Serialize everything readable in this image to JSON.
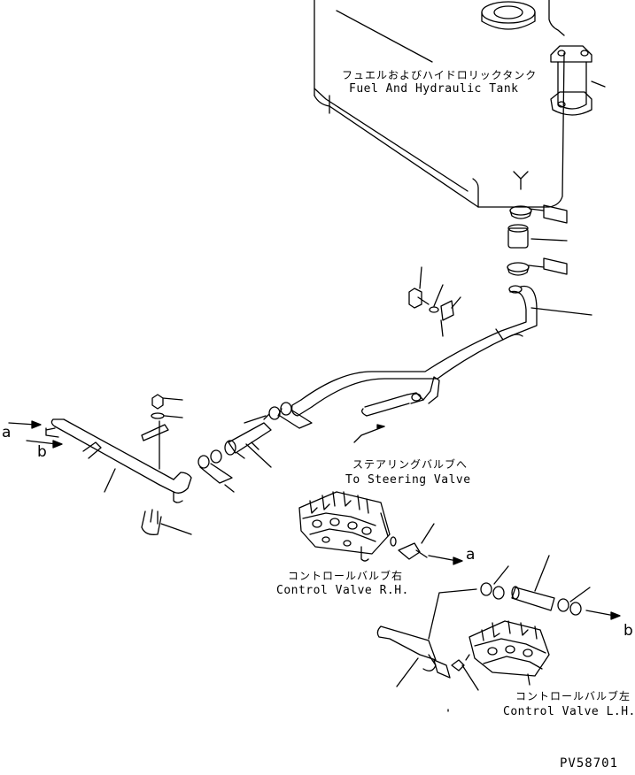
{
  "labels": {
    "tank_jp": "フュエルおよびハイドロリックタンク",
    "tank_en": "Fuel And Hydraulic Tank",
    "steering_jp": "ステアリングバルブへ",
    "steering_en": "To Steering Valve",
    "cv_rh_jp": "コントロールバルブ右",
    "cv_rh_en": "Control Valve R.H.",
    "cv_lh_jp": "コントロールバルブ左",
    "cv_lh_en": "Control Valve L.H.",
    "a_left": "a",
    "b_left": "b",
    "a_right": "a",
    "b_right": "b",
    "drawing_code": "PV58701"
  }
}
